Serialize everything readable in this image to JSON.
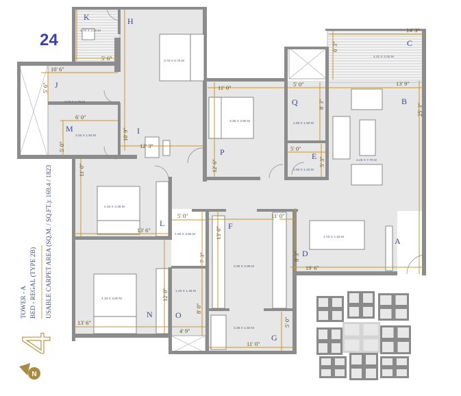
{
  "unit_number": "24",
  "title_block": {
    "tower": "TOWER - A",
    "type": "BED - REGAL (TYPE 2B)",
    "area": "USABLE CARPET AREA (SQ.M. / SQ.FT.): 169.4 / 1823",
    "logo_glyph": "4",
    "compass": "N"
  },
  "colors": {
    "wall": "#8c8c8c",
    "floor": "#e7e7e7",
    "dimension": "#c8962a",
    "room_letter": "#3c4a8c",
    "unit_number": "#3a3fb0",
    "logo": "#b8954a"
  },
  "rooms": {
    "A": {
      "letter": "A"
    },
    "B": {
      "letter": "B",
      "size": "4.25 X 7.70 M",
      "dims": [
        "13' 9\"",
        "25' 3\""
      ]
    },
    "C": {
      "letter": "C",
      "size": "4.22 X 2.00 M",
      "dims": [
        "14' 3\"",
        "6' 3\""
      ]
    },
    "D": {
      "letter": "D",
      "size": "1.70 X 1.25 M",
      "dims": [
        "19' 6\"",
        "8' 3\""
      ]
    },
    "E": {
      "letter": "E",
      "size": "1.50 X 1.15 M",
      "dims": [
        "5' 0\"",
        "5' 3\""
      ]
    },
    "F": {
      "letter": "F",
      "size": "3.35 X 3.95 M",
      "dims": [
        "11' 0\"",
        "13' 0\"",
        "7' 3\""
      ]
    },
    "G": {
      "letter": "G",
      "size": "3.35 X 1.50 M",
      "dims": [
        "11' 0\"",
        "5' 0\""
      ]
    },
    "H": {
      "letter": "H",
      "size": "3.75 X 5.75 M"
    },
    "I": {
      "letter": "I",
      "dims": [
        "12' 3\"",
        "10' 9\""
      ]
    },
    "J": {
      "letter": "J",
      "size": "3.20 X 1.75 M",
      "dims": [
        "10' 6\"",
        "5' 6\""
      ]
    },
    "K": {
      "letter": "K",
      "size": "1.70 X 3.30 M",
      "dims": [
        "5' 6\""
      ]
    },
    "L": {
      "letter": "L",
      "size": "1.50 X 3.85 M",
      "dims": [
        "5' 0\"",
        "13' 6\"",
        "11' 0\""
      ],
      "bed_size": "4.10 X 3.35 M"
    },
    "M": {
      "letter": "M",
      "size": "3.45 X 1.50 M",
      "dims": [
        "6' 0\"",
        "5' 0\""
      ]
    },
    "N": {
      "letter": "N",
      "size": "4.10 X 3.60 M",
      "dims": [
        "13' 6\"",
        "12' 0\""
      ]
    },
    "O": {
      "letter": "O",
      "size": "1.45 X 1.45 M",
      "dims": [
        "4' 9\"",
        "8' 0\""
      ]
    },
    "P": {
      "letter": "P",
      "size": "3.35 X 3.80 M",
      "dims": [
        "11' 0\"",
        "12' 6\""
      ]
    },
    "Q": {
      "letter": "Q",
      "size": "1.50 X 1.50 M",
      "dims": [
        "5' 0\"",
        "8' 3\""
      ]
    }
  }
}
